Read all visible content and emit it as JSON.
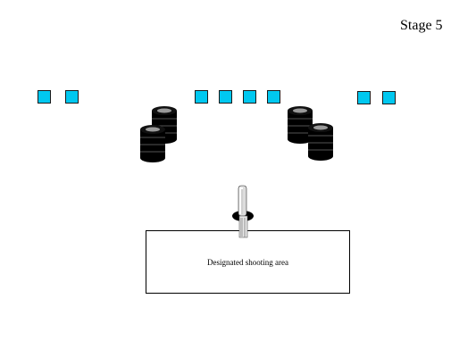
{
  "stage": {
    "title": "Stage 5"
  },
  "shooting_area": {
    "label": "Designated shooting area"
  },
  "colors": {
    "target_fill": "#00c8f0",
    "target_border": "#1a1a1a",
    "tire_color": "#000000",
    "tire_highlight": "#9a9a9a",
    "outline": "#000000"
  },
  "targets": {
    "left_group_count": 2,
    "center_group_count": 4,
    "right_group_count": 2
  },
  "tire_stacks": [
    {
      "name": "left-tire-stack",
      "tires": 2
    },
    {
      "name": "right-tire-stack",
      "tires": 2
    }
  ],
  "icons": {
    "shooter": "shooter-icon",
    "target": "target-square-icon",
    "tire": "tire-icon"
  }
}
